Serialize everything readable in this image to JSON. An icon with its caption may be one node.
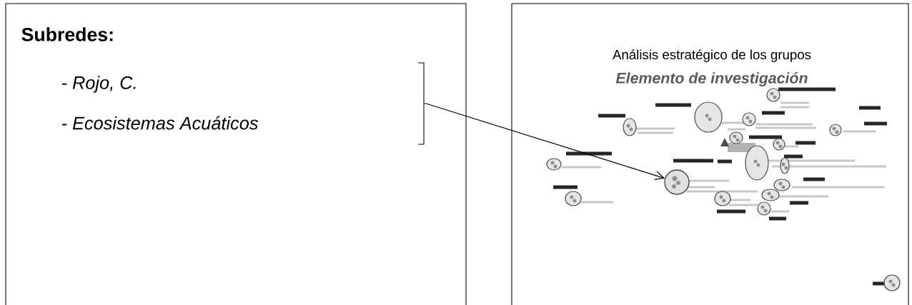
{
  "diagram": {
    "nodes": [
      {
        "text": [
          "Subredes:",
          "- Rojo, C.",
          "- Ecosistemas Acuáticos"
        ]
      },
      {
        "text": [],
        "shape": "bracket",
        "in": 0
      },
      {
        "text": [
          "Análisis estratégico de los grupos",
          "Elemento de investigación"
        ]
      },
      {
        "text": [],
        "shape": "picture",
        "in": 2
      },
      {
        "text": [],
        "shape": "circle",
        "in": 3
      }
    ],
    "edges": [
      {
        "from": 1,
        "to": 4,
        "arrow": "to"
      }
    ]
  }
}
